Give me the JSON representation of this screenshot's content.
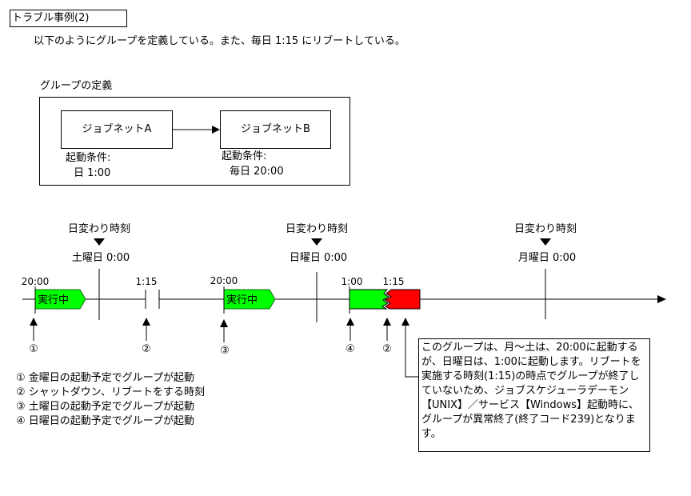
{
  "title": "トラブル事例(2)",
  "intro": "以下のようにグループを定義している。また、毎日 1:15 にリブートしている。",
  "group_definition": {
    "label": "グループの定義",
    "jobnets": [
      {
        "name": "ジョブネットA",
        "condition_label": "起動条件:",
        "condition_value": "日 1:00"
      },
      {
        "name": "ジョブネットB",
        "condition_label": "起動条件:",
        "condition_value": "毎日 20:00"
      }
    ]
  },
  "timeline": {
    "day_change_label": "日変わり時刻",
    "day_markers": [
      {
        "day": "土曜日 0:00"
      },
      {
        "day": "日曜日 0:00"
      },
      {
        "day": "月曜日 0:00"
      }
    ],
    "time_labels": {
      "t1": "20:00",
      "t2": "1:15",
      "t3": "20:00",
      "t4": "1:00",
      "t5": "1:15"
    },
    "running_label": "実行中",
    "colors": {
      "running": "#00ff00",
      "abnormal": "#ff0000",
      "line": "#000000"
    },
    "event_markers": [
      "①",
      "②",
      "③",
      "④",
      "②"
    ]
  },
  "legend": [
    "① 金曜日の起動予定でグループが起動",
    "② シャットダウン、リブートをする時刻",
    "③ 土曜日の起動予定でグループが起動",
    "④ 日曜日の起動予定でグループが起動"
  ],
  "note": "このグループは、月～土は、20:00に起動するが、日曜日は、1:00に起動します。リブートを実施する時刻(1:15)の時点でグループが終了していないため、ジョブスケジューラデーモン【UNIX】／サービス【Windows】起動時に、グループが異常終了(終了コード239)となります。"
}
